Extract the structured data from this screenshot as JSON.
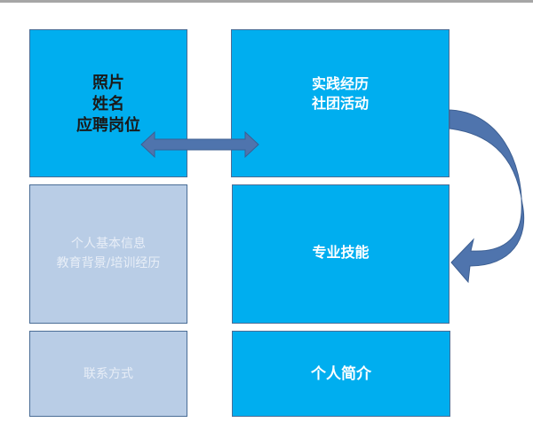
{
  "boxes": {
    "photo": [
      "照片",
      "姓名",
      "应聘岗位"
    ],
    "practice": [
      "实践经历",
      "社团活动"
    ],
    "basic": [
      "个人基本信息",
      "教育背景/培训经历"
    ],
    "skills": [
      "专业技能"
    ],
    "contact": [
      "联系方式"
    ],
    "intro": [
      "个人简介"
    ]
  },
  "colors": {
    "blue": "#00aeef",
    "pale": "#b9cde6",
    "arrow": "#4f74ad"
  }
}
